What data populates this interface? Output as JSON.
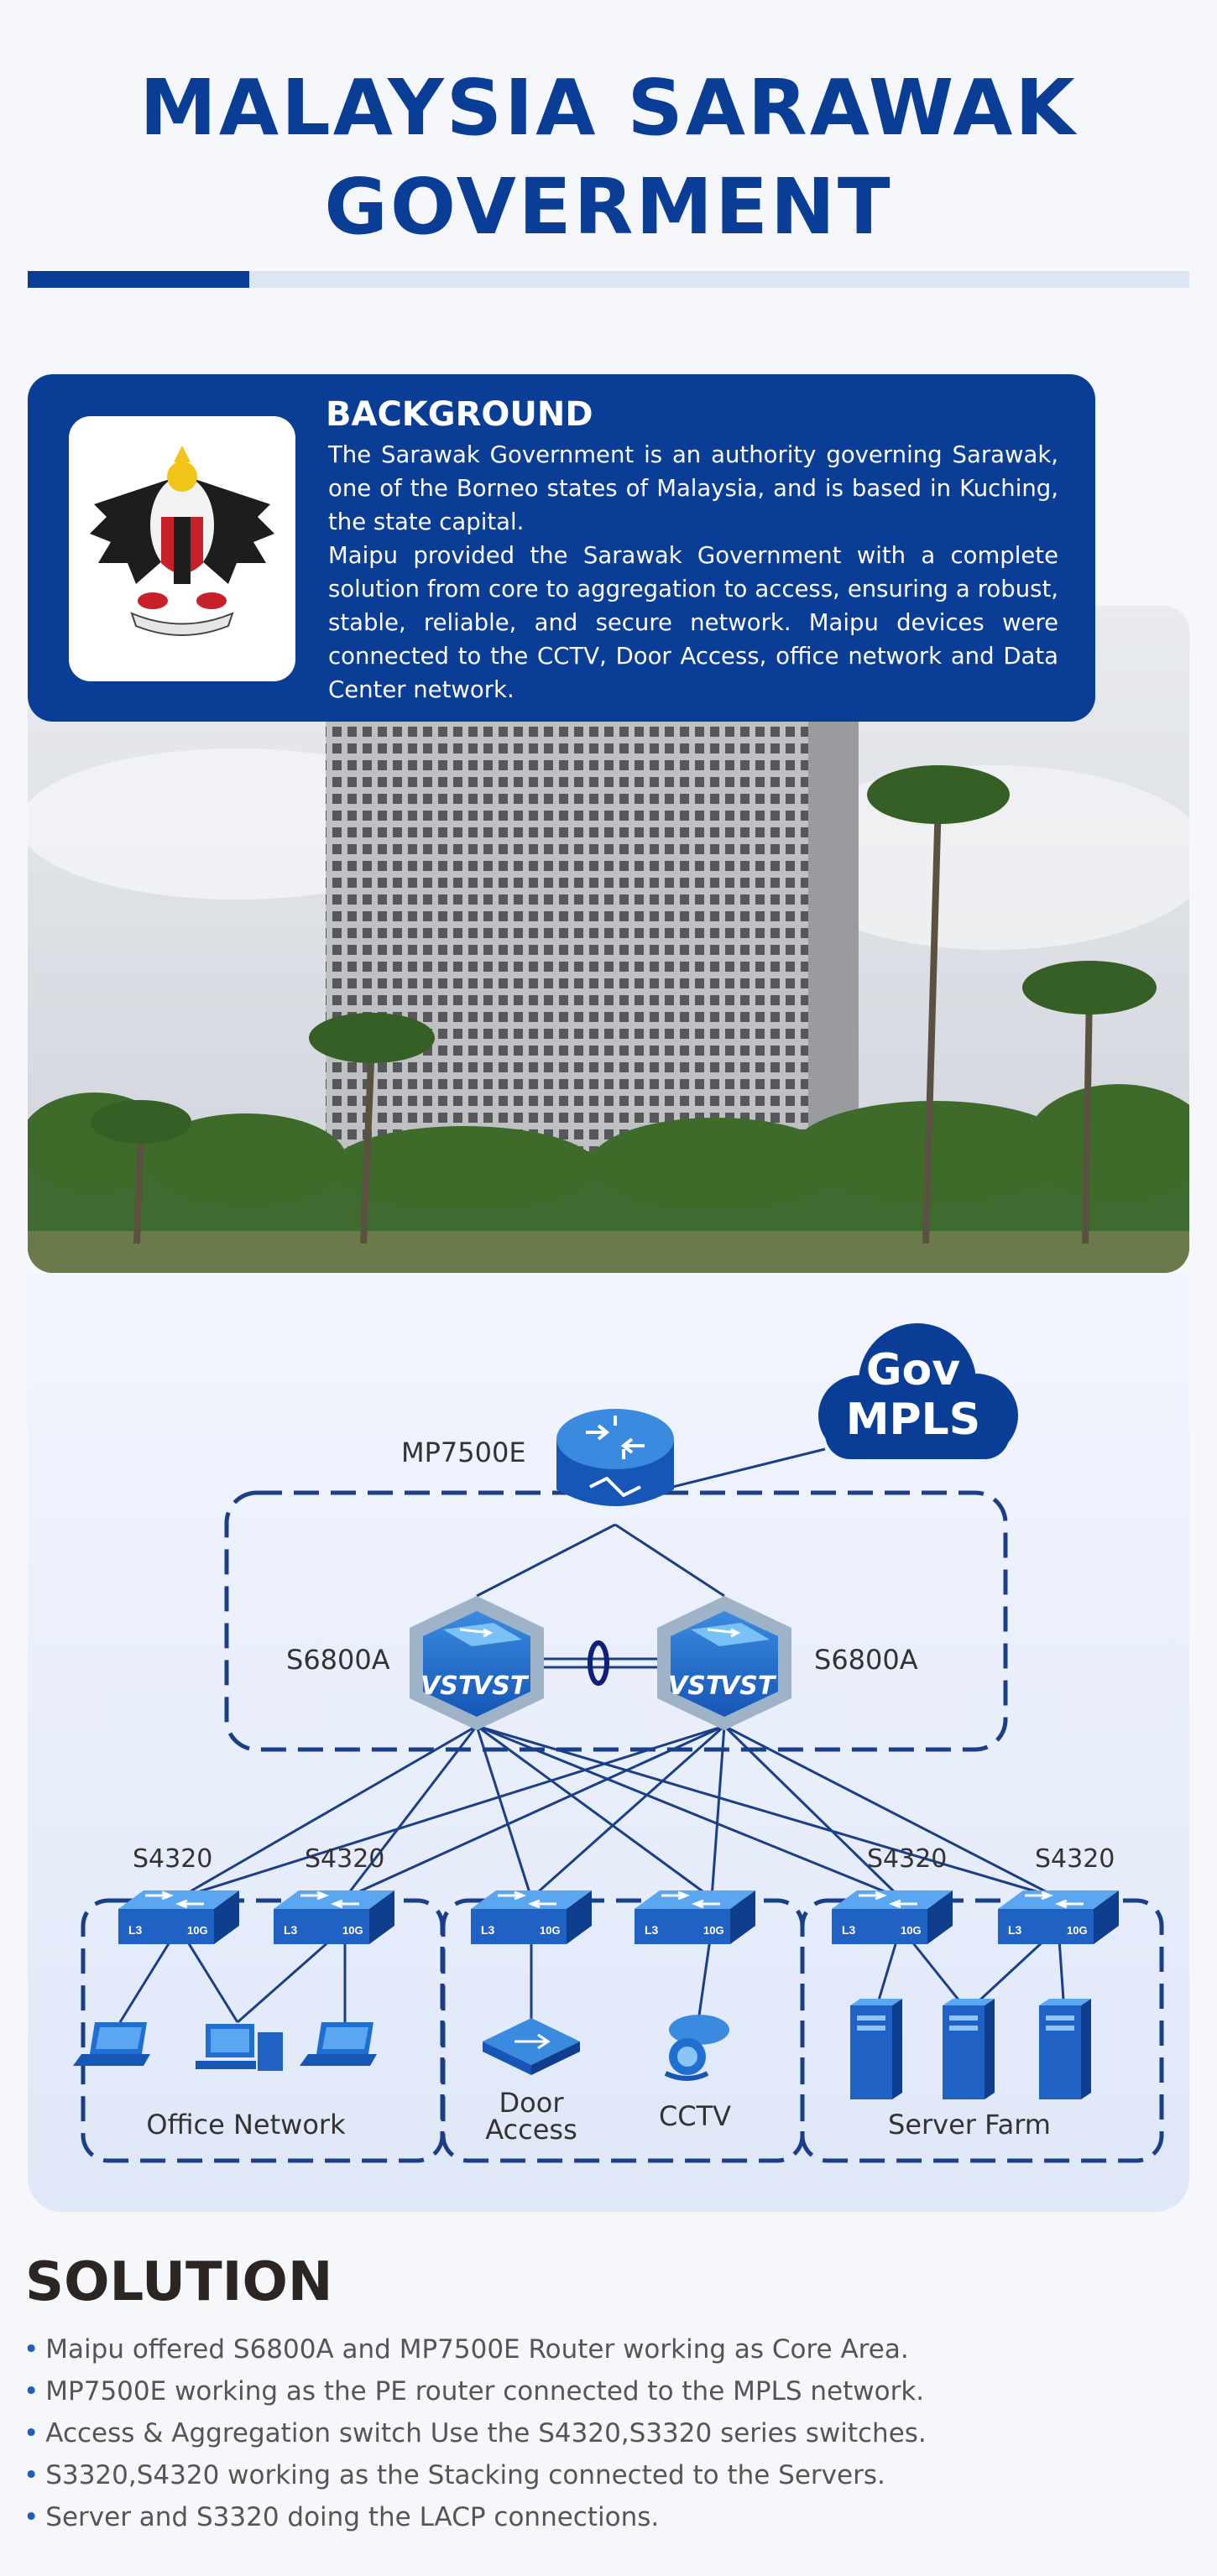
{
  "title": "MALAYSIA  SARAWAK\nGOVERMENT",
  "background": {
    "heading": "BACKGROUND",
    "paragraph1": "The Sarawak Government is an authority governing Sarawak, one of the Borneo states of Malaysia, and is based in Kuching, the state capital.",
    "paragraph2": "Maipu provided the Sarawak Government with a complete solution from core to aggregation to access, ensuring a robust, stable, reliable, and secure network. Maipu devices were connected to the CCTV, Door Access, office network and Data Center network."
  },
  "diagram": {
    "cloud_line1": "Gov",
    "cloud_line2": "MPLS",
    "router_label": "MP7500E",
    "core_left_label": "S6800A",
    "core_right_label": "S6800A",
    "vst_label": "VST",
    "access_labels": [
      "S4320",
      "S4320",
      "S4320",
      "S4320"
    ],
    "group_office": "Office Network",
    "group_door_line1": "Door",
    "group_door_line2": "Access",
    "group_cctv": "CCTV",
    "group_server": "Server Farm"
  },
  "solution": {
    "heading": "SOLUTION",
    "bullet": "•",
    "items": [
      "Maipu offered S6800A and MP7500E Router working as Core Area.",
      "MP7500E working as the PE router connected to the MPLS network.",
      "Access & Aggregation switch Use the S4320,S3320 series switches.",
      "S3320,S4320 working as the Stacking connected to the Servers.",
      "Server and S3320 doing the LACP connections."
    ]
  },
  "colors": {
    "brand_blue": "#0a3d96",
    "device_blue": "#1f6fd0",
    "light_rule": "#dbe5f3"
  }
}
